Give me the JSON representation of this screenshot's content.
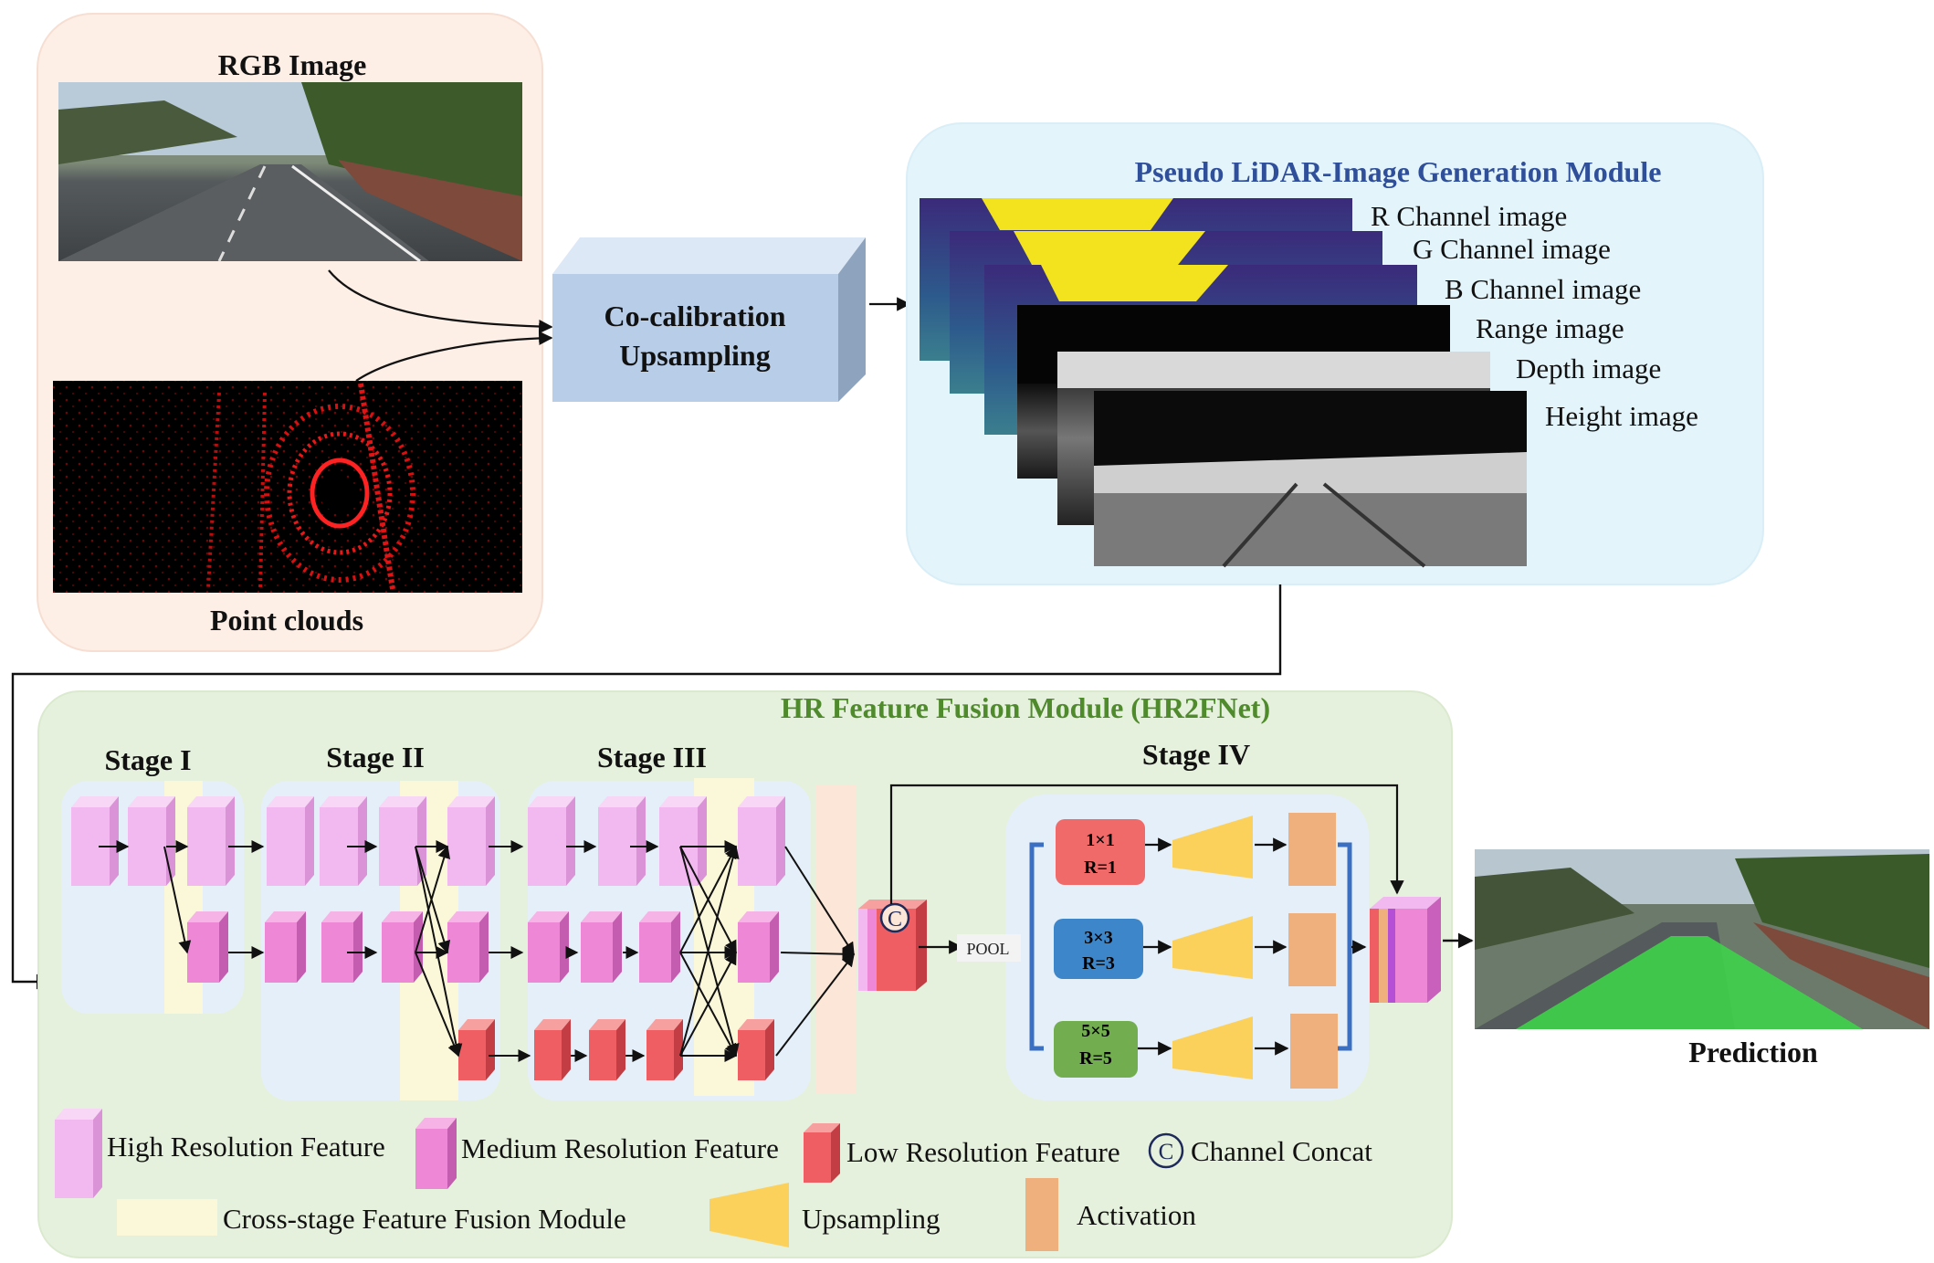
{
  "input_panel": {
    "rgb_title": "RGB Image",
    "points_title": "Point clouds"
  },
  "cocalib": {
    "line1": "Co-calibration",
    "line2": "Upsampling"
  },
  "pseudo_module": {
    "title": "Pseudo LiDAR-Image Generation Module",
    "channels": [
      "R Channel image",
      "G Channel image",
      "B Channel image",
      "Range image",
      "Depth image",
      "Height image"
    ]
  },
  "hr_module": {
    "title": "HR Feature Fusion Module (HR2FNet)",
    "stages": [
      "Stage I",
      "Stage II",
      "Stage III",
      "Stage IV"
    ],
    "pool_label": "POOL",
    "concat_symbol": "C",
    "branches": [
      {
        "size": "1×1",
        "rate": "R=1"
      },
      {
        "size": "3×3",
        "rate": "R=3"
      },
      {
        "size": "5×5",
        "rate": "R=5"
      }
    ]
  },
  "prediction_label": "Prediction",
  "legend": {
    "high_res": "High Resolution Feature",
    "medium_res": "Medium Resolution Feature",
    "low_res": "Low Resolution Feature",
    "concat": "Channel Concat",
    "concat_symbol": "C",
    "fusion": "Cross-stage Feature Fusion Module",
    "upsampling": "Upsampling",
    "activation": "Activation"
  },
  "colors": {
    "input_bg": "#fdeee6",
    "pseudo_bg": "#e3f4fb",
    "hr_bg": "#e6f1dd",
    "pseudo_title": "#2f4f9a",
    "hr_title": "#4f8a2c",
    "high_res": "#f2b9f0",
    "medium_res": "#ee88d6",
    "low_res": "#ee5e63",
    "fusion": "#fbf7d9",
    "upsampling": "#fbd15c",
    "activation": "#f0b07d",
    "branch1": "#f06a6a",
    "branch2": "#3d86c9",
    "branch3": "#72ad4f",
    "cocalib_box": "#b8cde8"
  }
}
